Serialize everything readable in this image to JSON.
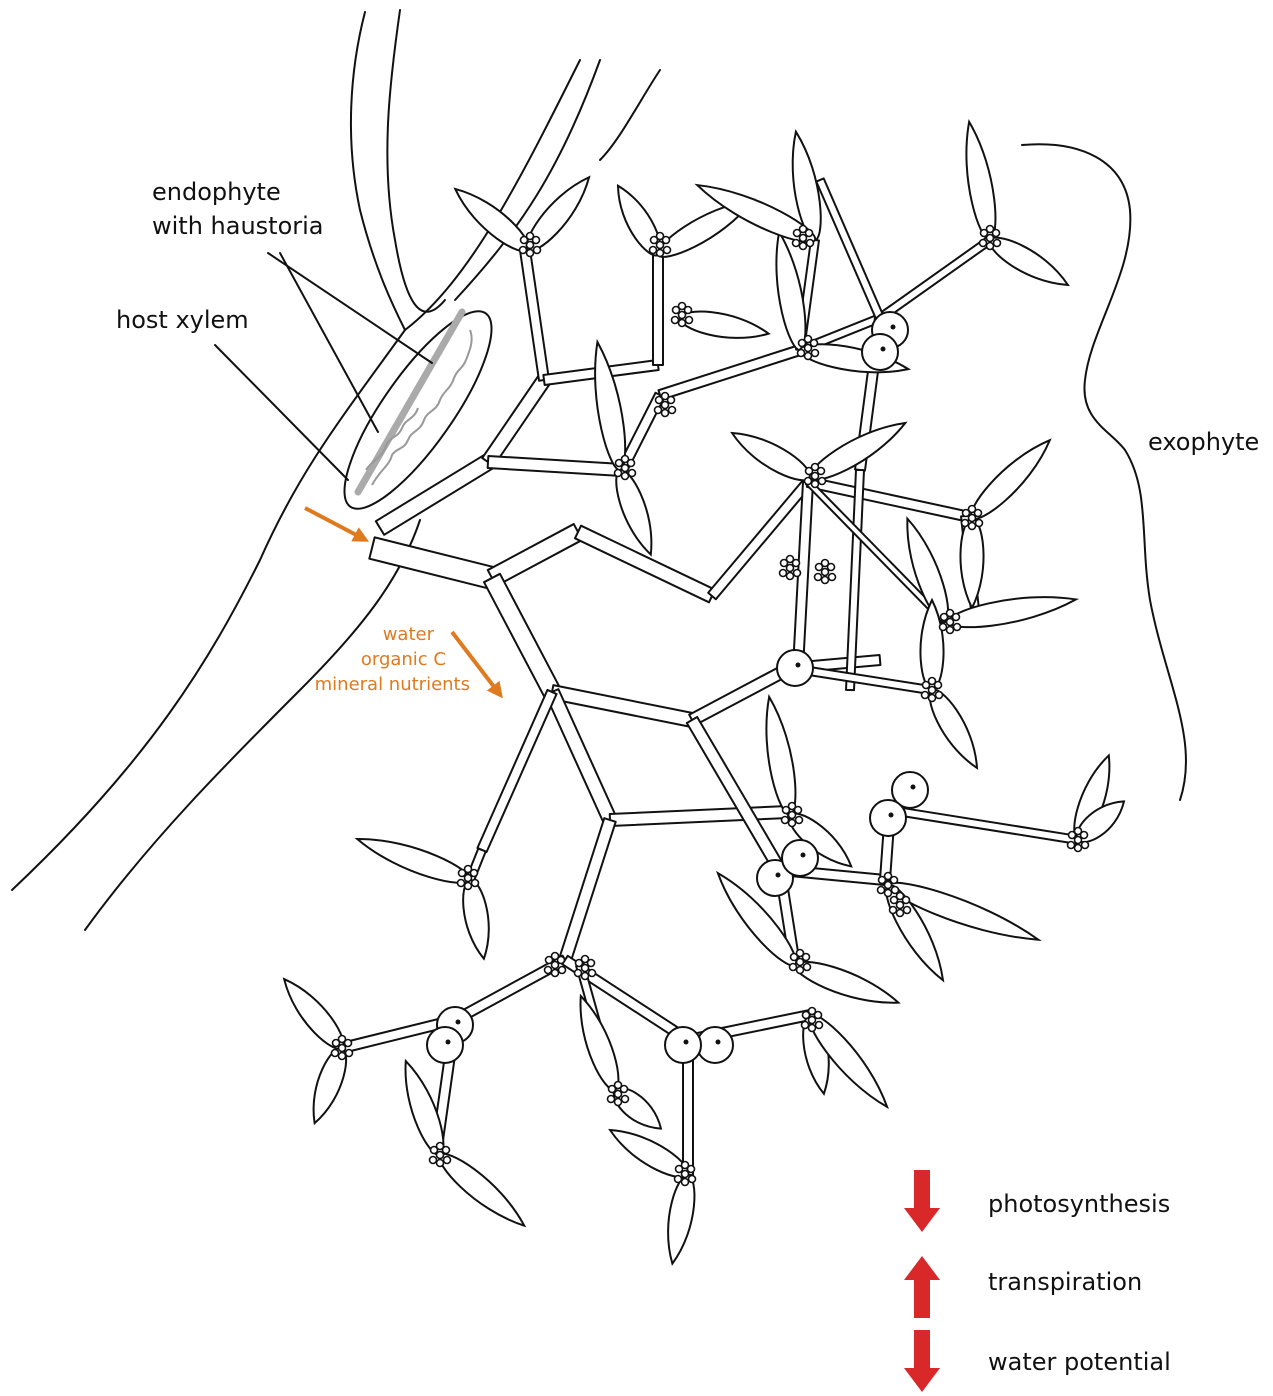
{
  "labels": {
    "endophyte_line1": "endophyte",
    "endophyte_line2": "with haustoria",
    "host_xylem": "host xylem",
    "exophyte": "exophyte",
    "flux_line1": "water",
    "flux_line2": "organic C",
    "flux_line3": "mineral nutrients"
  },
  "legend": [
    {
      "label": "photosynthesis",
      "direction": "down"
    },
    {
      "label": "transpiration",
      "direction": "up"
    },
    {
      "label": "water potential",
      "direction": "down"
    }
  ],
  "colors": {
    "flux_arrow": "#e07a1f",
    "legend_arrow": "#d9282a",
    "xylem": "#aaaaaa",
    "ink": "#111111"
  }
}
